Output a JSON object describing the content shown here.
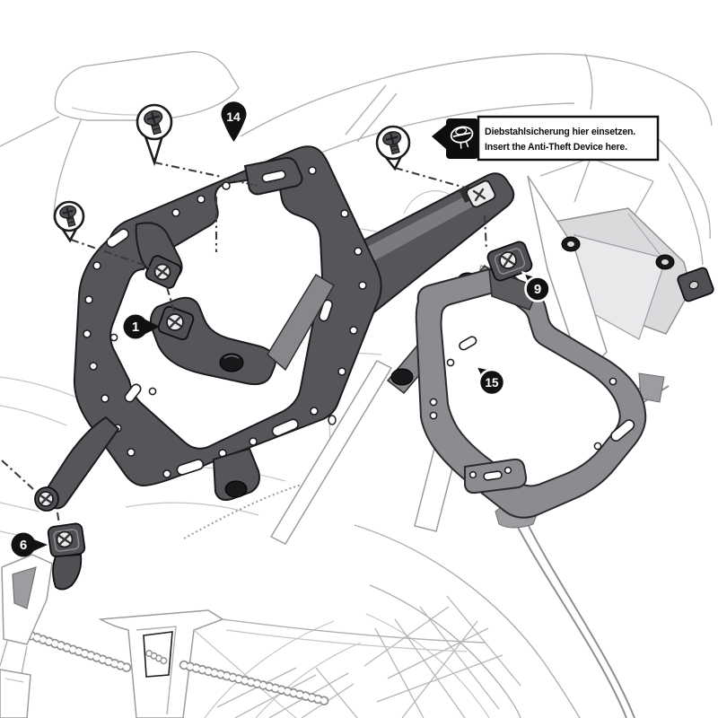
{
  "figure": {
    "kind": "Motorcycle side-carrier mounting assembly instruction diagram",
    "background": "#ffffff"
  },
  "anti_theft_callout": {
    "line_de": "Diebstahlsicherung hier einsetzen.",
    "line_en": "Insert the Anti-Theft Device here.",
    "icon": "anti-theft-device-icon"
  },
  "part_badges": {
    "b14": "14",
    "b1": "1",
    "b9": "9",
    "b15": "15",
    "b6": "6"
  },
  "callouts": {
    "screw_icon": "pan-head-screw-icon",
    "screw_callout_count": 3,
    "guide_line_style": "dash-dot"
  },
  "colors": {
    "frame_dark": "#54565A",
    "frame_medium": "#8A8C8F",
    "strut_gray": "#85878A",
    "plate_light": "#D9DADB",
    "lineart_gray": "#AEB0B3",
    "badge_black": "#111111",
    "badge_text": "#FFFFFF",
    "outline_black": "#1C1C1E"
  }
}
